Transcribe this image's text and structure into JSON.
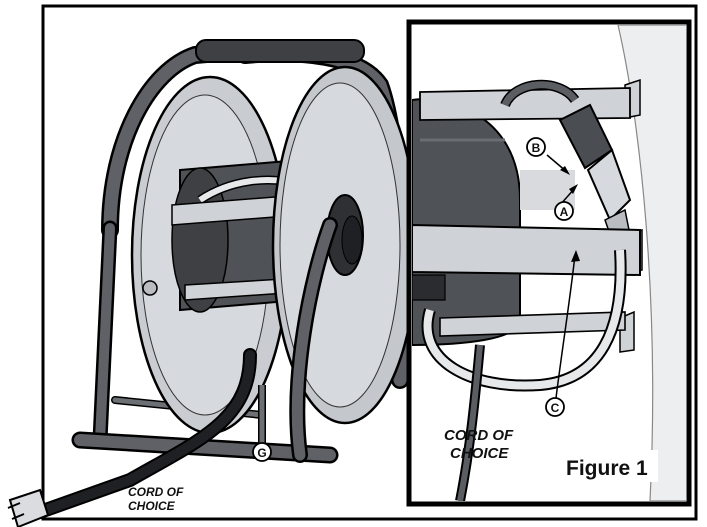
{
  "figure": {
    "title": "Figure 1"
  },
  "callouts": {
    "a": "A",
    "b": "B",
    "c": "C",
    "g": "G"
  },
  "labels": {
    "cord_inset_line1": "CORD OF",
    "cord_inset_line2": "CHOICE",
    "cord_main_line1": "CORD OF",
    "cord_main_line2": "CHOICE"
  },
  "colors": {
    "frame": "#5f6166",
    "frame_dark": "#3e4044",
    "reel_face": "#d6d9dd",
    "reel_edge": "#b9bdc2",
    "drum": "#4f5256",
    "bar": "#cfd2d6",
    "wall": "#eceef0",
    "cord": "#1f2023",
    "hose": "#e6e8ea",
    "outline": "#000000"
  }
}
